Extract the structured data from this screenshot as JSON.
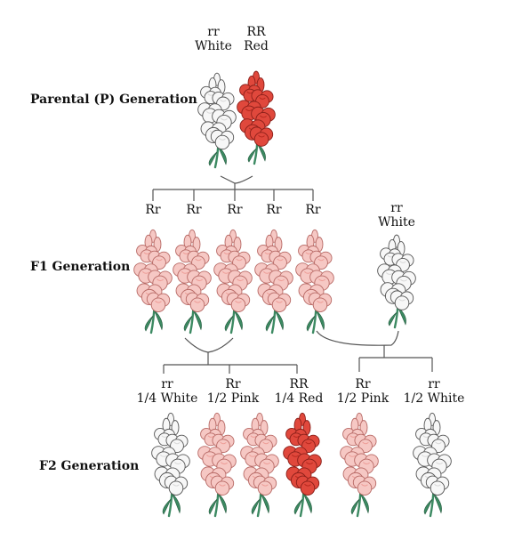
{
  "generations": {
    "parental": "Parental (P) Generation",
    "f1": "F1 Generation",
    "f2": "F2 Generation"
  },
  "parental": [
    {
      "genotype": "rr",
      "phenotype": "White",
      "color": "white"
    },
    {
      "genotype": "RR",
      "phenotype": "Red",
      "color": "red"
    }
  ],
  "f1": [
    {
      "genotype": "Rr",
      "color": "pink"
    },
    {
      "genotype": "Rr",
      "color": "pink"
    },
    {
      "genotype": "Rr",
      "color": "pink"
    },
    {
      "genotype": "Rr",
      "color": "pink"
    },
    {
      "genotype": "Rr",
      "color": "pink"
    }
  ],
  "f1_white": {
    "genotype": "rr",
    "phenotype": "White",
    "color": "white"
  },
  "f2": [
    {
      "genotype": "rr",
      "ratio": "1/4 White",
      "color": "white"
    },
    {
      "genotype": "Rr",
      "ratio": "1/2 Pink",
      "color": "pink"
    },
    {
      "genotype": "RR",
      "ratio": "1/4 Red",
      "color": "red"
    },
    {
      "genotype": "Rr",
      "ratio": "1/2 Pink",
      "color": "pink"
    },
    {
      "genotype": "rr",
      "ratio": "1/2 White",
      "color": "white"
    }
  ],
  "palette": {
    "white": {
      "fill": "#f7f7f7",
      "stroke": "#555555",
      "inner": "#d9d9d9"
    },
    "pink": {
      "fill": "#f6c8c4",
      "stroke": "#b86a66",
      "inner": "#ee9e98"
    },
    "red": {
      "fill": "#e0483c",
      "stroke": "#8a1f19",
      "inner": "#b8291f"
    },
    "stem": "#3c8a62",
    "line": "#555555"
  }
}
